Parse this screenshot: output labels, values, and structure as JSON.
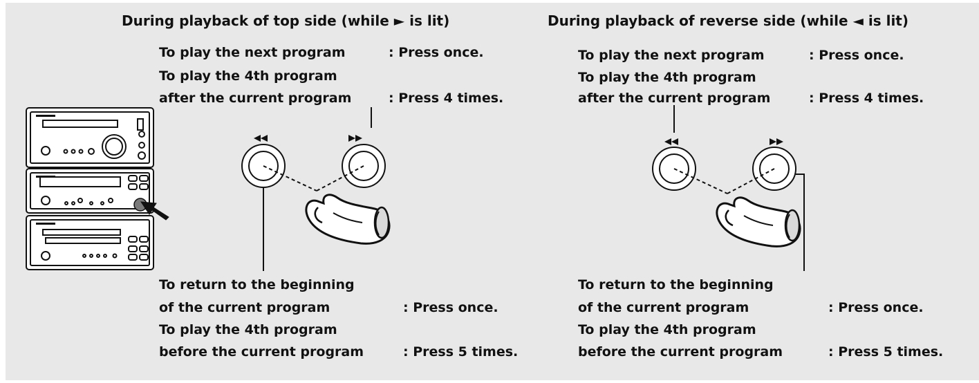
{
  "colors": {
    "panel": "#e8e8e8",
    "ink": "#111111",
    "button_fill": "#ffffff",
    "finger_nail": "#d9d9d9"
  },
  "icons": {
    "rewind": "double-left-triangle",
    "fast_forward": "double-right-triangle",
    "finger": "pressing-finger",
    "arrow": "solid-pointer-arrow"
  },
  "left": {
    "heading": "During playback of top side (while ► is lit)",
    "next": {
      "label": "To play the next program",
      "action": ": Press once."
    },
    "fourth_after": {
      "line1": "To play the 4th program",
      "line2": "after the current program",
      "action": ": Press 4 times."
    },
    "return": {
      "line1": "To return to the beginning",
      "line2": "of the current program",
      "action": ": Press once."
    },
    "fourth_before": {
      "line1": "To play the 4th program",
      "line2": "before the current program",
      "action": ": Press 5 times."
    }
  },
  "right": {
    "heading": "During playback of reverse side (while ◄ is lit)",
    "next": {
      "label": "To play the next program",
      "action": ": Press once."
    },
    "fourth_after": {
      "line1": "To play the 4th program",
      "line2": "after the current program",
      "action": ": Press 4 times."
    },
    "return": {
      "line1": "To return to the beginning",
      "line2": "of the current program",
      "action": ": Press once."
    },
    "fourth_before": {
      "line1": "To play the 4th program",
      "line2": "before the current program",
      "action": ": Press 5 times."
    }
  }
}
